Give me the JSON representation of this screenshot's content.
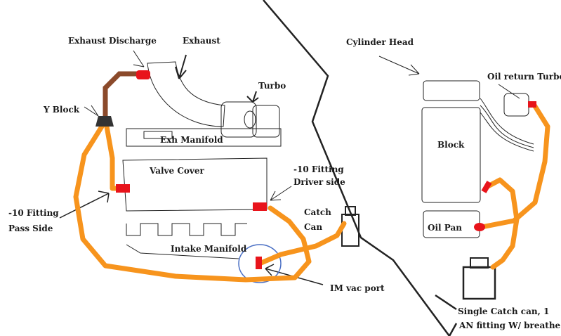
{
  "labels": {
    "exhaust_discharge": "Exhaust Discharge",
    "exhaust": "Exhaust",
    "turbo": "Turbo",
    "y_block": "Y Block",
    "exh_manifold": "Exh Manifold",
    "valve_cover": "Valve Cover",
    "fitting_driver_1": "-10 Fitting",
    "fitting_driver_2": "Driver side",
    "fitting_pass_1": "-10 Fitting",
    "fitting_pass_2": "Pass Side",
    "catch_can_1": "Catch",
    "catch_can_2": "Can",
    "intake_manifold": "Intake Manifold",
    "im_vac_port": "IM vac port",
    "cylinder_head": "Cylinder Head",
    "oil_return_turbo": "Oil return Turbo",
    "block": "Block",
    "oil_pan": "Oil Pan",
    "single_catch_1": "Single Catch can, 1",
    "single_catch_2": "AN fitting W/ breathe"
  },
  "colors": {
    "hose": "#f7941d",
    "fitting": "#e8141b",
    "exhaust_hose": "#8b4a2b",
    "vac_circle": "#4a6fc4"
  }
}
